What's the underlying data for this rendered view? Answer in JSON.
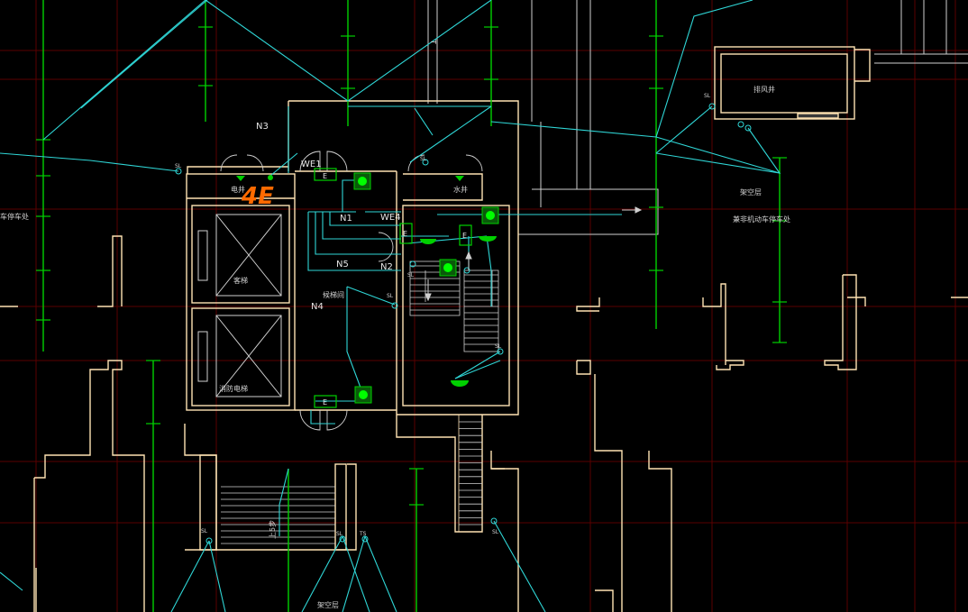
{
  "colors": {
    "background": "#000000",
    "grid_red": "#5a0000",
    "wall": "#ffe3b3",
    "wire": "#2fd6d6",
    "fixture": "#00d000",
    "fixture_dark": "#0a5a0a",
    "annotation": "#ff6a00",
    "label": "#e6e6e6"
  },
  "annotations": {
    "handwritten_mark": "4E"
  },
  "labels": {
    "n3": "N3",
    "we1": "WE1",
    "we4": "WE4",
    "n1": "N1",
    "n2": "N2",
    "n4": "N4",
    "n5": "N5",
    "elec_shaft": "电井",
    "water_shaft": "水井",
    "exhaust_shaft": "排风井",
    "overhead_right": "架空层",
    "bike_parking_right": "兼非机动车停车处",
    "bike_parking_left": "车停车处",
    "passenger_elevator": "客梯",
    "fire_elevator": "消防电梯",
    "front_room": "候梯间",
    "overhead_bottom": "架空层",
    "ramp_down": "上5步",
    "box_e": "E",
    "sl": "SL",
    "ts": "TS",
    "t_marker": "T"
  },
  "icons": {
    "emergency_light": "emergency-light-icon",
    "exit_sign": "exit-sign-icon",
    "ceiling_lamp": "ceiling-lamp-icon",
    "switch": "switch-icon",
    "elevator_car": "elevator-car-icon"
  }
}
